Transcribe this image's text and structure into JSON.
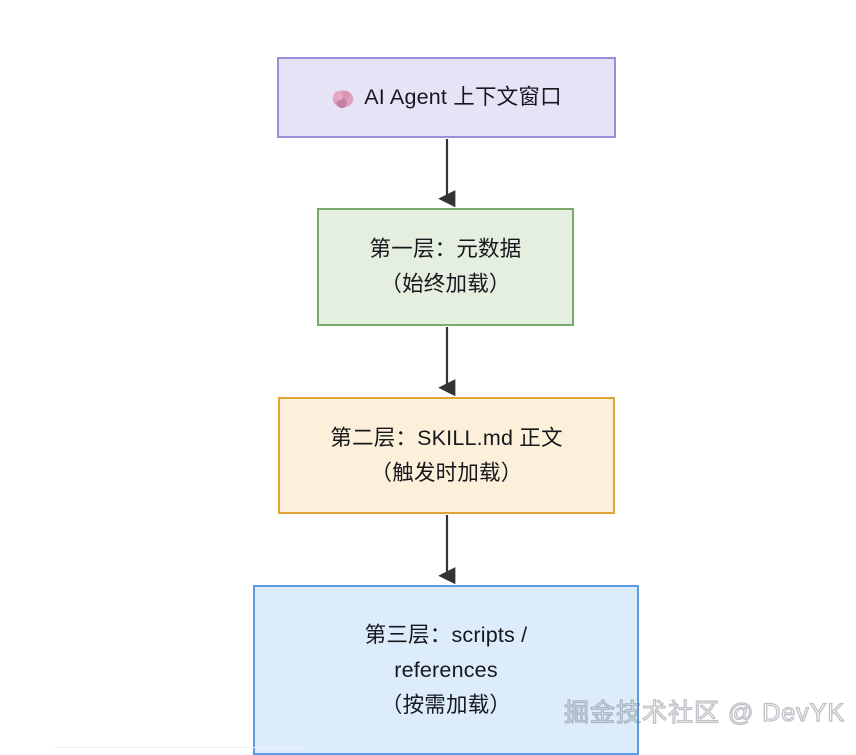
{
  "diagram": {
    "type": "flowchart",
    "orientation": "top-to-bottom",
    "nodes": [
      {
        "id": "context",
        "icon": "brain-icon",
        "lines": [
          "AI Agent 上下文窗口"
        ],
        "fill": "#e6e3f7",
        "stroke": "#9a8fd8"
      },
      {
        "id": "layer1",
        "lines": [
          "第一层：元数据",
          "（始终加载）"
        ],
        "fill": "#e4efdf",
        "stroke": "#7aab6d"
      },
      {
        "id": "layer2",
        "lines": [
          "第二层：SKILL.md 正文",
          "（触发时加载）"
        ],
        "fill": "#fcf0da",
        "stroke": "#e0a33c"
      },
      {
        "id": "layer3",
        "lines": [
          "第三层：scripts /",
          "references",
          "（按需加载）"
        ],
        "fill": "#ddecfa",
        "stroke": "#5b9bde"
      }
    ],
    "edges": [
      {
        "from": "context",
        "to": "layer1",
        "label": "",
        "style": "solid-arrow"
      },
      {
        "from": "layer1",
        "to": "layer2",
        "label": "",
        "style": "solid-arrow"
      },
      {
        "from": "layer2",
        "to": "layer3",
        "label": "",
        "style": "solid-arrow"
      }
    ],
    "edge_color": "#333333"
  },
  "watermark": {
    "text": "掘金技术社区 @ DevYK"
  }
}
